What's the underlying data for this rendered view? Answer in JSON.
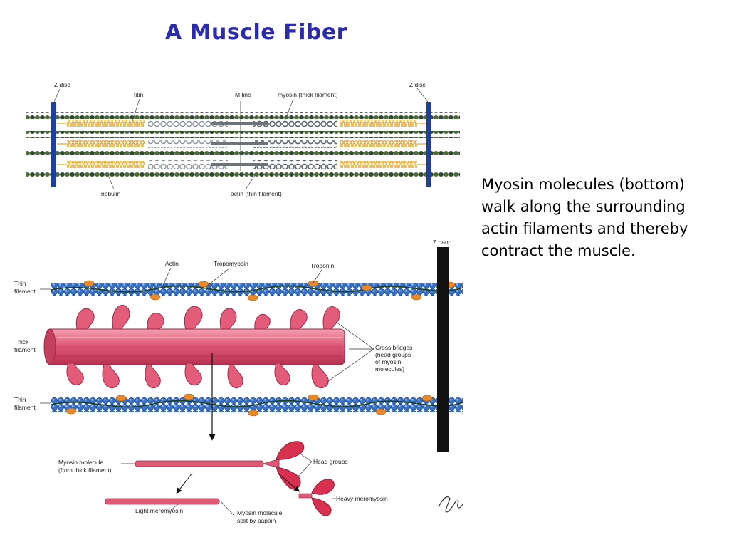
{
  "slide": {
    "title": "A Muscle Fiber",
    "description": "Myosin molecules (bottom) walk along the surrounding actin filaments and thereby contract the muscle."
  },
  "sarcomere": {
    "labels": {
      "z_disc_left": "Z disc",
      "z_disc_right": "Z disc",
      "titin": "titin",
      "m_line": "M line",
      "myosin": "myosin (thick filament)",
      "nebulin": "nebulin",
      "actin": "actin (thin filament)"
    },
    "colors": {
      "zdisc": "#1f3fa0",
      "titin": "#e8a21a",
      "actin": "#2f4a2f",
      "myosin": "#9aa2a8"
    }
  },
  "filaments": {
    "labels": {
      "actin": "Actin",
      "tropomyosin": "Tropomyosin",
      "troponin": "Troponin",
      "thin_top": [
        "Thin",
        "filament"
      ],
      "thick": [
        "Thick",
        "filament"
      ],
      "thin_bottom": [
        "Thin",
        "filament"
      ],
      "cross_bridges": [
        "Cross bridges",
        "(head groups",
        "of myosin",
        "molecules)"
      ],
      "z_band": "Z band"
    },
    "colors": {
      "actin_bead": "#3a72c8",
      "troponin": "#e88a2a",
      "myosin": "#e05070",
      "zband": "#111111"
    }
  },
  "myosin_molecule": {
    "labels": {
      "molecule": [
        "Myosin molecule",
        "(from thick filament)"
      ],
      "head_groups": "Head groups",
      "heavy_meromyosin": "Heavy meromyosin",
      "light_meromyosin": "Light meromyosin",
      "split": [
        "Myosin molecule",
        "split by papain"
      ]
    }
  }
}
